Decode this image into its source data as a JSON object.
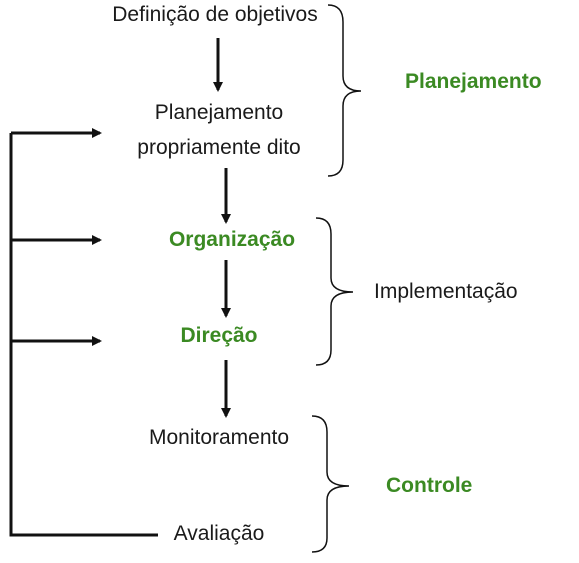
{
  "colors": {
    "text": "#1a1a1a",
    "accent_green": "#3b8a23",
    "line": "#111111"
  },
  "flow_steps": [
    {
      "id": "definicao",
      "label": "Definição de objetivos",
      "highlight": false
    },
    {
      "id": "planejamento_pd",
      "label_line1": "Planejamento",
      "label_line2": "propriamente dito",
      "highlight": false
    },
    {
      "id": "organizacao",
      "label": "Organização",
      "highlight": true
    },
    {
      "id": "direcao",
      "label": "Direção",
      "highlight": true
    },
    {
      "id": "monitoramento",
      "label": "Monitoramento",
      "highlight": false
    },
    {
      "id": "avaliacao",
      "label": "Avaliação",
      "highlight": false
    }
  ],
  "phases": [
    {
      "id": "planejamento",
      "label": "Planejamento",
      "highlight": true
    },
    {
      "id": "implementacao",
      "label": "Implementação",
      "highlight": false
    },
    {
      "id": "controle",
      "label": "Controle",
      "highlight": true
    }
  ]
}
